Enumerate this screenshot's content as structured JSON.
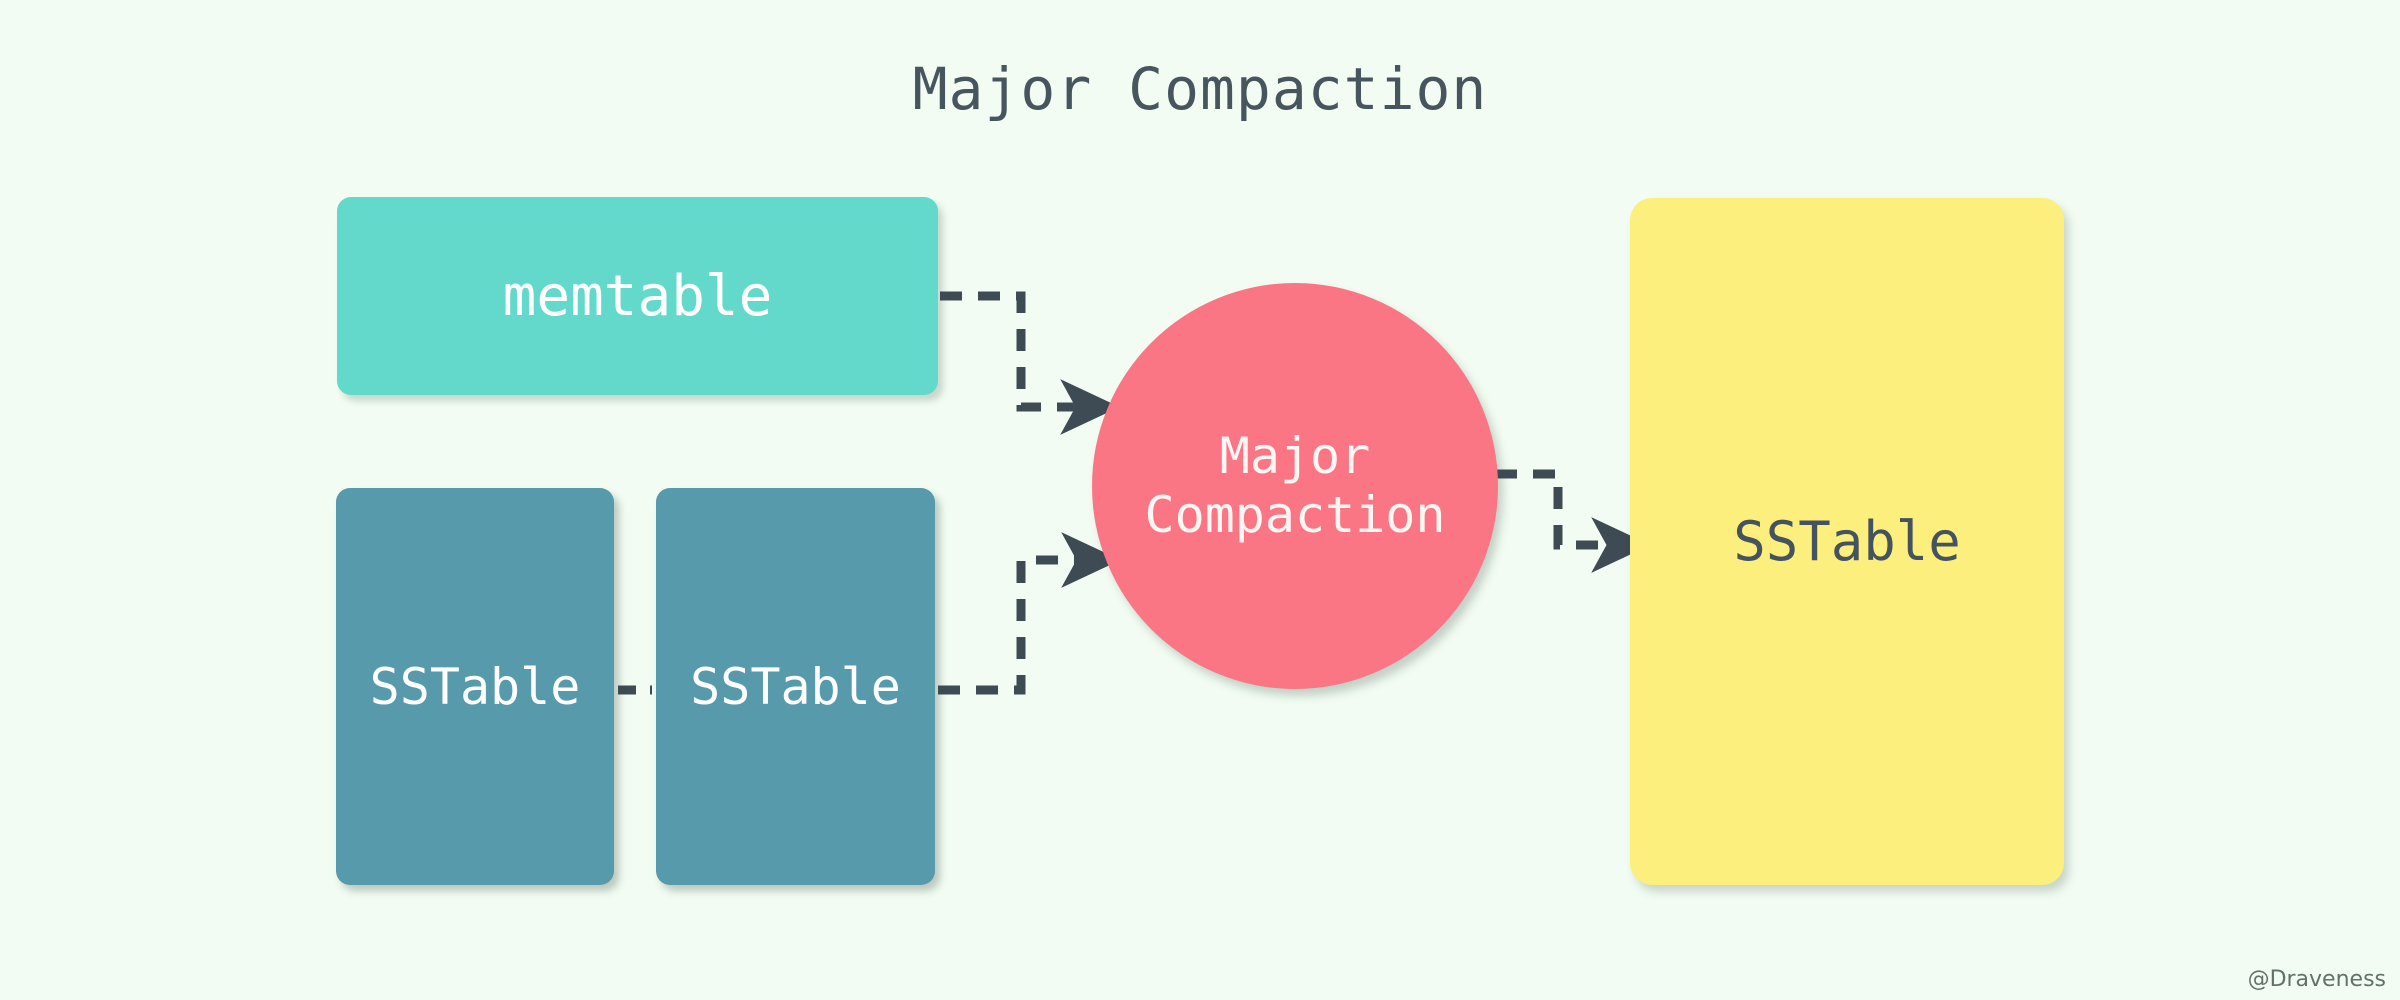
{
  "diagram": {
    "title": "Major Compaction",
    "background_color": "#f2fcf2",
    "watermark": "@Draveness",
    "nodes": [
      {
        "id": "memtable",
        "label": "memtable",
        "shape": "rounded-rect",
        "fill": "#63d9cc",
        "text_color": "#ffffff"
      },
      {
        "id": "sstable-in-1",
        "label": "SSTable",
        "shape": "rounded-rect",
        "fill": "#579aab",
        "text_color": "#ffffff"
      },
      {
        "id": "sstable-in-2",
        "label": "SSTable",
        "shape": "rounded-rect",
        "fill": "#579aab",
        "text_color": "#ffffff"
      },
      {
        "id": "major-compaction",
        "label_line1": "Major",
        "label_line2": "Compaction",
        "shape": "circle",
        "fill": "#fa7685",
        "text_color": "#fdf6f2"
      },
      {
        "id": "sstable-out",
        "label": "SSTable",
        "shape": "rounded-rect",
        "fill": "#fcef7d",
        "text_color": "#44535d"
      }
    ],
    "edges": [
      {
        "from": "memtable",
        "to": "major-compaction",
        "style": "dashed",
        "arrow": true
      },
      {
        "from": "sstable-in-1",
        "to": "sstable-in-2",
        "style": "dashed",
        "arrow": false
      },
      {
        "from": "sstable-in-2",
        "to": "major-compaction",
        "style": "dashed",
        "arrow": true
      },
      {
        "from": "major-compaction",
        "to": "sstable-out",
        "style": "dashed",
        "arrow": true
      }
    ],
    "edge_color": "#3e4a54"
  }
}
